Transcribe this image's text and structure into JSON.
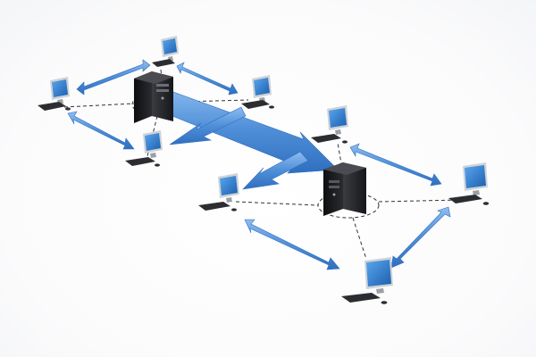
{
  "diagram": {
    "kind": "network-topology",
    "colors": {
      "arrow_fill": "#4f8fd8",
      "arrow_dark": "#2f6fbf",
      "arrow_light": "#8ebcf0",
      "server_body": "#1e1f22",
      "monitor_screen": "#2d7fd6",
      "monitor_frame": "#cfd3d8",
      "dashed_line": "#333333",
      "background": "#ffffff"
    },
    "servers": [
      {
        "id": "server-left",
        "icon": "server-tower-icon"
      },
      {
        "id": "server-right",
        "icon": "server-tower-icon"
      }
    ],
    "workstations": [
      {
        "id": "ws-left-1",
        "icon": "desktop-computer-icon",
        "group": "server-left"
      },
      {
        "id": "ws-left-2",
        "icon": "desktop-computer-icon",
        "group": "server-left"
      },
      {
        "id": "ws-left-3",
        "icon": "desktop-computer-icon",
        "group": "server-left"
      },
      {
        "id": "ws-left-4",
        "icon": "desktop-computer-icon",
        "group": "server-left"
      },
      {
        "id": "ws-right-1",
        "icon": "desktop-computer-icon",
        "group": "server-right"
      },
      {
        "id": "ws-right-2",
        "icon": "desktop-computer-icon",
        "group": "server-right"
      },
      {
        "id": "ws-right-3",
        "icon": "desktop-computer-icon",
        "group": "server-right"
      },
      {
        "id": "ws-right-4",
        "icon": "desktop-computer-icon",
        "group": "server-right"
      }
    ],
    "links": [
      {
        "from": "server-left",
        "to": "server-right",
        "style": "large-arrow"
      },
      {
        "from": "server-right",
        "to": "server-left",
        "style": "large-arrow"
      }
    ]
  }
}
